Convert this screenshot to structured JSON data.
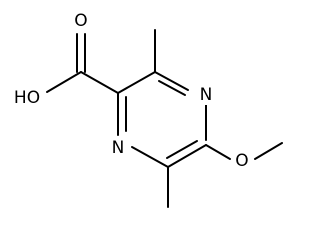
{
  "molecule": {
    "atoms": {
      "oh": "HO",
      "carbonyl_o": "O",
      "n_top": "N",
      "n_bottom": "N",
      "ether_o": "O"
    }
  },
  "colors": {
    "bond": "#000000",
    "text": "#000000",
    "background": "#ffffff"
  }
}
